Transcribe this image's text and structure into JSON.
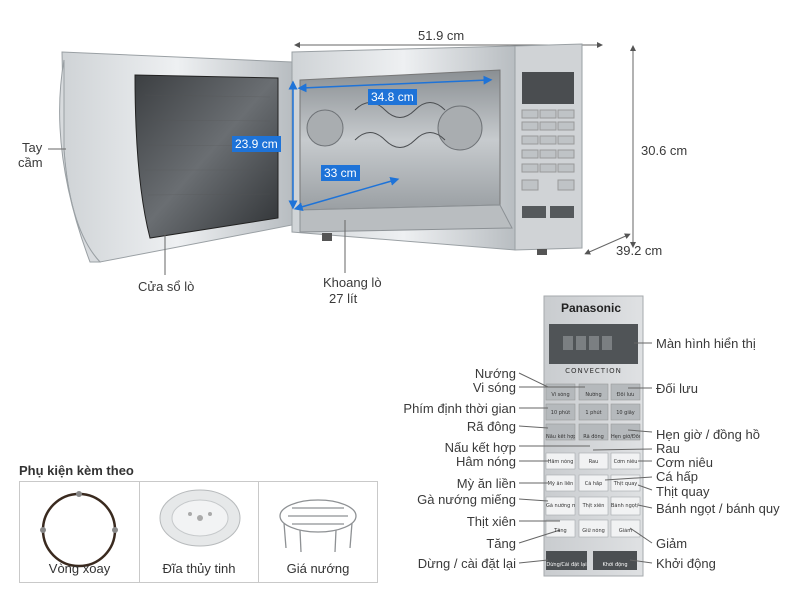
{
  "dimensions": {
    "width": "51.9 cm",
    "height": "30.6 cm",
    "depth": "39.2 cm",
    "inner_width": "34.8 cm",
    "inner_height": "23.9 cm",
    "inner_depth": "33 cm"
  },
  "exterior": {
    "handle": [
      "Tay",
      "cầm"
    ],
    "window": "Cửa sổ lò",
    "cavity": [
      "Khoang lò",
      "27 lít"
    ]
  },
  "control_panel": {
    "brand": "Panasonic",
    "mode_label": "CONVECTION",
    "keys": {
      "micro": "Vi sóng",
      "grill": "Nướng",
      "convection": "Đối lưu",
      "t10": "10 phút",
      "t1": "1 phút",
      "t10s": "10 giây",
      "defrost": "Rã đông",
      "combo": "Nấu kết hợp",
      "timer": "Hẹn giờ/Đồng hồ",
      "reheat": "Hâm nóng",
      "veg": "Rau",
      "rice": "Cơm niêu",
      "noodle": "Mỳ ăn liền",
      "fish": "Cá hấp",
      "roast": "Thịt quay",
      "chicken": "Gà nướng miếng",
      "skewer": "Thịt xiên",
      "cake": "Bánh ngọt/ Bánh quy",
      "up": "Tăng",
      "keepwarm": "Giữ nóng",
      "down": "Giảm",
      "stop": "Dừng/Cài đặt lại",
      "start": "Khởi động"
    }
  },
  "callouts": {
    "left": [
      "Nướng",
      "Vi sóng",
      "Phím định thời gian",
      "Rã đông",
      "Nấu kết hợp",
      "Hâm nóng",
      "Mỳ ăn liền",
      "Gà nướng miếng",
      "Thịt xiên",
      "Tăng",
      "Dừng / cài đặt lại"
    ],
    "right": [
      "Màn hình hiển thị",
      "Đối lưu",
      "Hẹn giờ / đồng hồ",
      "Rau",
      "Cơm niêu",
      "Cá hấp",
      "Thịt quay",
      "Bánh ngọt / bánh quy",
      "Giảm",
      "Khởi động"
    ]
  },
  "accessories": {
    "title": "Phụ kiện kèm theo",
    "items": [
      "Vòng xoay",
      "Đĩa thủy tinh",
      "Giá nướng"
    ]
  }
}
